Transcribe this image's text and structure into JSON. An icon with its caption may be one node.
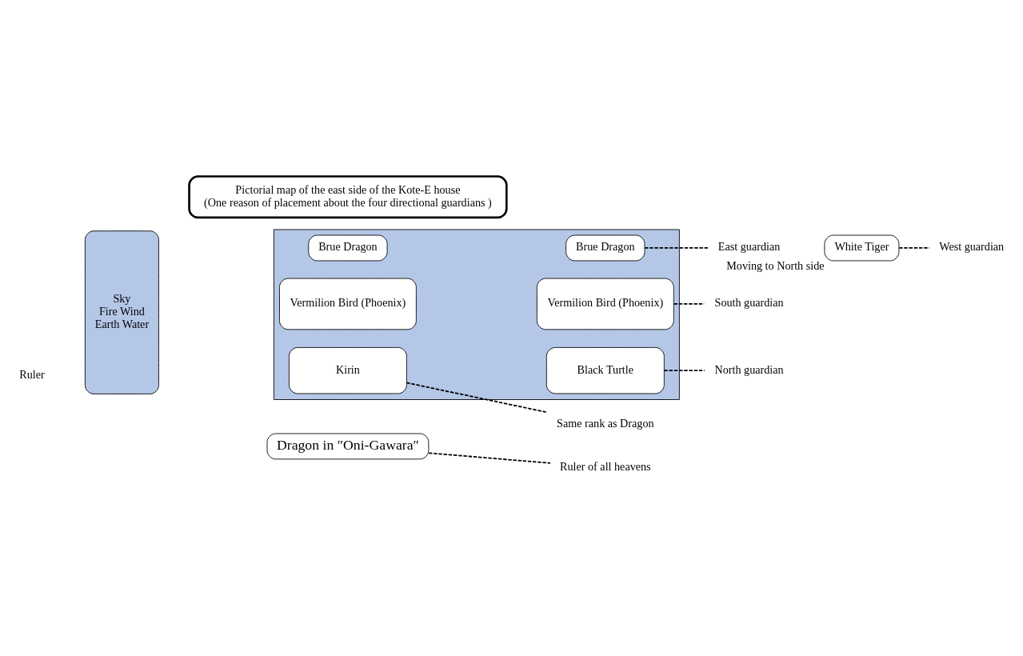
{
  "diagram": {
    "nodes": [
      {
        "text": [
          "Dragon in ″Oni-Gawara″"
        ]
      },
      {
        "text": [
          "Ruler of all heavens"
        ]
      },
      {
        "text": [
          "Sky",
          "Fire Wind",
          "Earth Water"
        ]
      },
      {
        "text": [],
        "shape": "box"
      },
      {
        "text": [
          "Brue Dragon"
        ],
        "in": 3
      },
      {
        "text": [
          "Brue Dragon"
        ],
        "in": 3
      },
      {
        "text": [
          "Vermilion Bird (Phoenix)"
        ],
        "in": 3
      },
      {
        "text": [
          "Vermilion Bird (Phoenix)"
        ],
        "in": 3
      },
      {
        "text": [
          "Kirin"
        ],
        "in": 3
      },
      {
        "text": [
          "Black Turtle"
        ],
        "in": 3
      },
      {
        "text": [
          "East guardian"
        ]
      },
      {
        "text": [
          "South guardian"
        ]
      },
      {
        "text": [
          "North guardian"
        ]
      },
      {
        "text": [
          "Same rank as Dragon"
        ]
      },
      {
        "text": [
          "White Tiger"
        ],
        "beside": [
          "Moving to North side"
        ]
      },
      {
        "text": [
          "West guardian"
        ]
      },
      {
        "text": [
          "Pictorial map of the east side of the Kote-E house",
          "(One reason of placement about the four directional guardians )"
        ]
      }
    ],
    "edges": [
      {
        "from": 0,
        "to": 1,
        "arrow": "none",
        "style": "dashed"
      },
      {
        "from": 5,
        "to": 10,
        "arrow": "none",
        "style": "dashed"
      },
      {
        "from": 7,
        "to": 11,
        "arrow": "none",
        "style": "dashed"
      },
      {
        "from": 9,
        "to": 12,
        "arrow": "none",
        "style": "dashed"
      },
      {
        "from": 8,
        "to": 13,
        "arrow": "none",
        "style": "dashed"
      },
      {
        "from": 14,
        "to": 15,
        "arrow": "none",
        "style": "dashed"
      }
    ],
    "labels": [
      "Ruler"
    ]
  }
}
